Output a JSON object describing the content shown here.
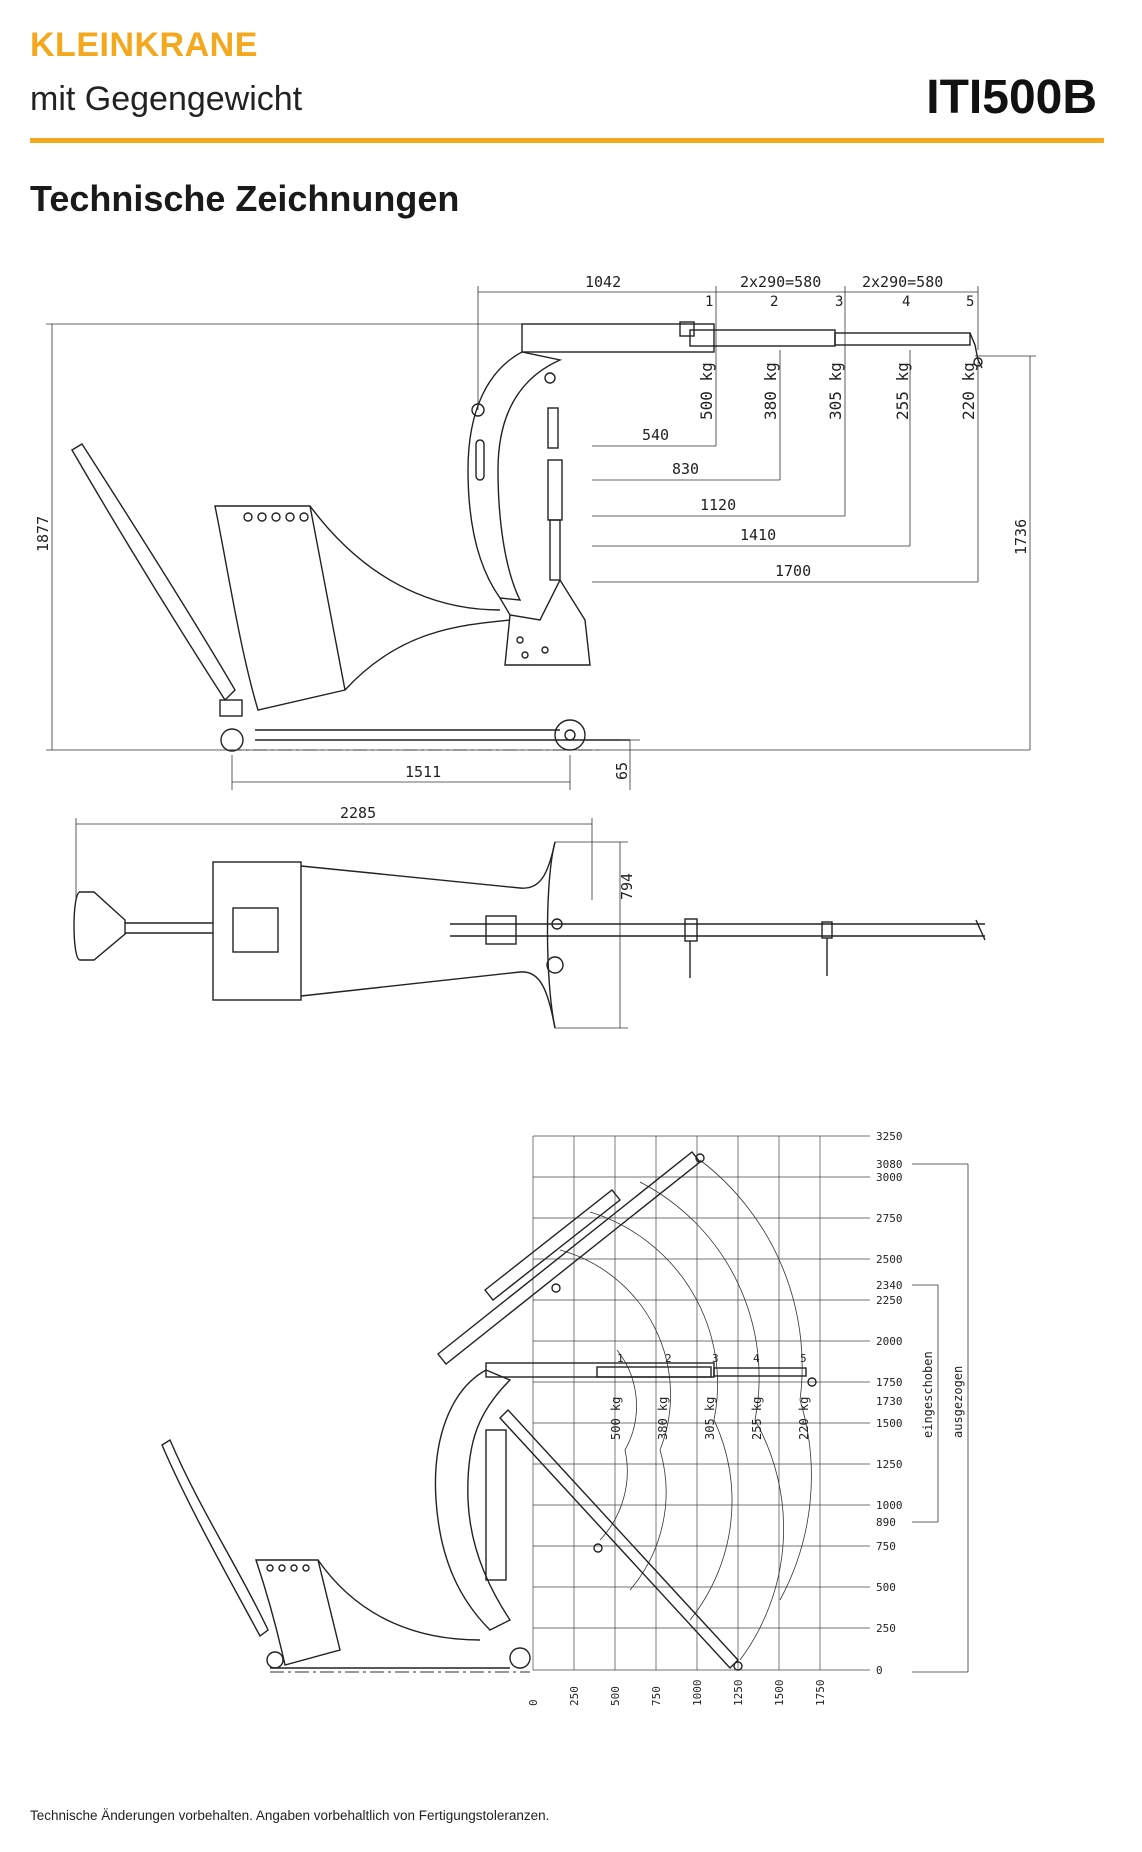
{
  "header": {
    "category": "KLEINKRANE",
    "subtitle": "mit Gegengewicht",
    "model": "ITI500B"
  },
  "section_title": "Technische Zeichnungen",
  "side_view": {
    "dims": {
      "d1042": "1042",
      "d580a": "2x290=580",
      "d580b": "2x290=580",
      "d1877": "1877",
      "d1736": "1736",
      "d1511": "1511",
      "d65": "65",
      "r540": "540",
      "r830": "830",
      "r1120": "1120",
      "r1410": "1410",
      "r1700": "1700"
    },
    "positions": [
      "1",
      "2",
      "3",
      "4",
      "5"
    ],
    "loads": [
      "500 kg",
      "380 kg",
      "305 kg",
      "255 kg",
      "220 kg"
    ]
  },
  "top_view": {
    "dims": {
      "d2285": "2285",
      "d794": "794"
    }
  },
  "range_chart": {
    "x_ticks": [
      "0",
      "250",
      "500",
      "750",
      "1000",
      "1250",
      "1500",
      "1750"
    ],
    "y_ticks": [
      "3250",
      "3080",
      "3000",
      "2750",
      "2500",
      "2340",
      "2250",
      "2000",
      "1750",
      "1730",
      "1500",
      "1250",
      "1000",
      "890",
      "750",
      "500",
      "250",
      "0"
    ],
    "positions": [
      "1",
      "2",
      "3",
      "4",
      "5"
    ],
    "loads": [
      "500 kg",
      "380 kg",
      "305 kg",
      "255 kg",
      "220 kg"
    ],
    "label_retracted": "eingeschoben",
    "label_extended": "ausgezogen"
  },
  "footer": "Technische Änderungen vorbehalten. Angaben vorbehaltlich von Fertigungstoleranzen."
}
